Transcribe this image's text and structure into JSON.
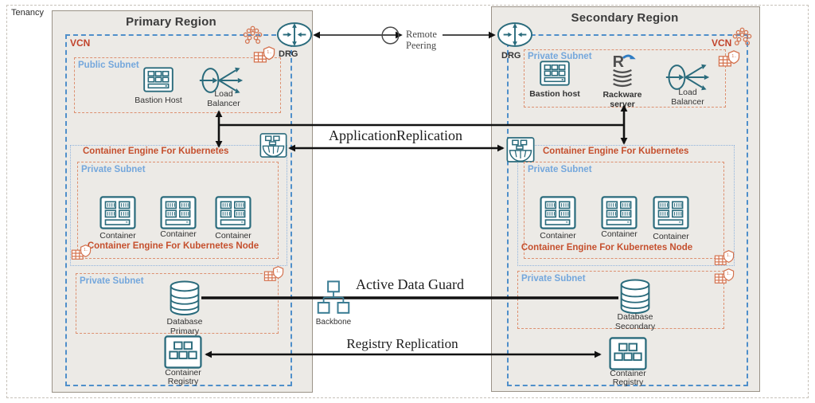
{
  "diagram": {
    "tenancy_label": "Tenancy",
    "connections": {
      "remote_peering": "Remote Peering",
      "app_replication": "ApplicationReplication",
      "active_data_guard": "Active Data Guard",
      "registry_replication": "Registry Replication",
      "backbone_label": "Backbone"
    },
    "primary_region": {
      "title": "Primary Region",
      "vcn_label": "VCN",
      "drg_label": "DRG",
      "public_subnet": {
        "label": "Public Subnet",
        "bastion_label": "Bastion Host",
        "load_balancer_label": "Load Balancer"
      },
      "oke": {
        "label": "Container Engine For Kubernetes",
        "subnet_label": "Private Subnet",
        "containers": [
          "Container",
          "Container",
          "Container"
        ],
        "node_label": "Container Engine For Kubernetes Node"
      },
      "db_subnet": {
        "label": "Private Subnet",
        "database_label": "Database Primary"
      },
      "registry_label": "Container Registry"
    },
    "secondary_region": {
      "title": "Secondary Region",
      "vcn_label": "VCN",
      "drg_label": "DRG",
      "private_subnet_top": {
        "label": "Private Subnet",
        "bastion_label": "Bastion host",
        "rackware_label": "Rackware server",
        "load_balancer_label": "Load Balancer"
      },
      "oke": {
        "label": "Container Engine For Kubernetes",
        "subnet_label": "Private Subnet",
        "containers": [
          "Container",
          "Container",
          "Container"
        ],
        "node_label": "Container Engine For Kubernetes Node"
      },
      "db_subnet": {
        "label": "Private Subnet",
        "database_label": "Database Secondary"
      },
      "registry_label": "Container Registry"
    },
    "colors": {
      "orange_accent": "#c5502e",
      "subnet_border_orange": "#dd9070",
      "vcn_blue": "#4f8fca",
      "subnet_label_blue": "#74a7dc",
      "icon_teal": "#2a6b7c",
      "region_fill": "#eceae6",
      "region_border": "#9a9287",
      "connector_black": "#111111"
    }
  }
}
